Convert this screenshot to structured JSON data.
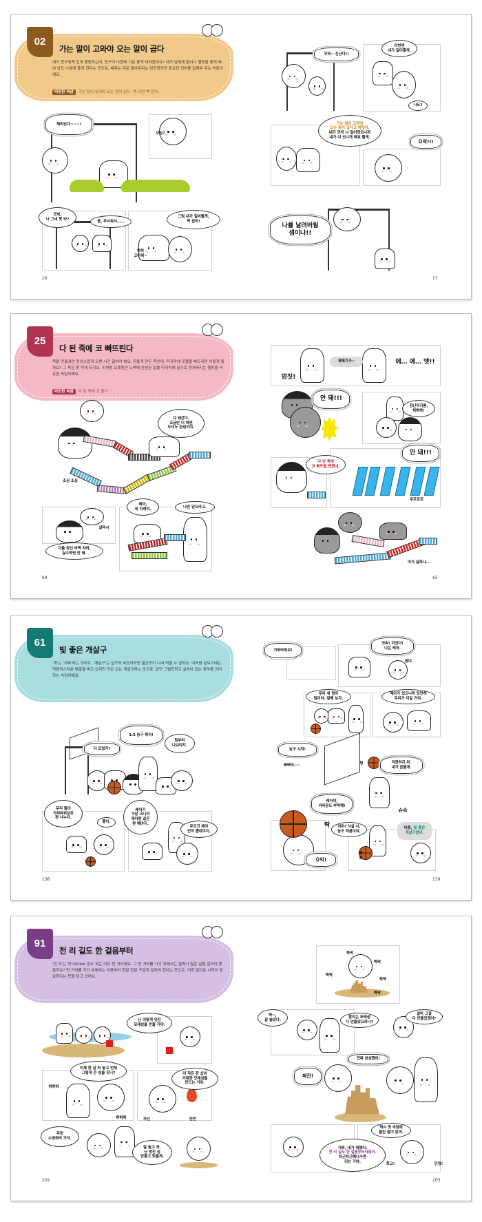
{
  "spreads": [
    {
      "accent": "#f1c98a",
      "tab_color": "#8b5a1e",
      "number": "02",
      "title": "가는 말이 고와야 오는 말이 곱다",
      "body": "내가 친구에게 밉게 행동하는데, 친구가 나한테 기분 좋게 대하겠어요? 내가 남에게 말이나 행동을 좋게 해야 남도 나에게 좋게 한다는 뜻으로, 베푸는 대로 돌아온다는 당연하지만 중요한 진리를 일깨워 주는 속담이에요.",
      "related_badge": "비슷한 속담",
      "related_text": "가는 정이 있어야 오는 정이 있다. 맥 하면 뻑 한다.",
      "left_page": "16",
      "right_page": "17",
      "bubbles": [
        "재미있다~~~!",
        "오잉?",
        "모네,\n너 그네 못 타?",
        "응, 무서워서……",
        "그럼 내가 밀어줄게,\n꽉 잡아!",
        "히히\n고마워~",
        "우와~ 신난다!!",
        "이번엔\n내가 밀어줄게.",
        "나도?",
        [
          {
            "text": "가는 말이 고와야\n오는 말이 곱다고 하잖아,\n",
            "color": "#c8841a"
          },
          {
            "text": "내가 먼저 나 밀어줬으니까\n내가 더 신나게 태워 줄게.",
            "color": "#111111"
          }
        ],
        "으악!!!",
        "나를 날려버릴\n셈이냐!!"
      ]
    },
    {
      "accent": "#f5b9c6",
      "tab_color": "#b0344f",
      "number": "25",
      "title": "다 된 죽에 코 빠뜨린다",
      "body": "죽을 만들려면 정성스럽게 오랜 시간 끓여야 해요. 힘들게 만든 죽인데, 마지막에 콧물을 빠뜨리면 어떻게 될까요? 그 죽은 못 먹게 되지요. 이처럼 오랫동안 노력해 완성된 일을 마지막에 실수로 망쳐버리는 행동을 비유한 속담이에요.",
      "related_badge": "비슷한 속담",
      "related_text": "다 된 죽에 코 풀기",
      "left_page": "64",
      "right_page": "65",
      "bubbles": [
        "다 돼간다.\n조금만 더 하면\n도미노 완성이야.",
        "조심 조심",
        "살며시",
        "다들 정신 바짝 차려,\n실수하면 안 돼.",
        "레아,\n네 차례야.",
        "나만 믿으라고.",
        "멈칫!",
        "재재기가~",
        "에… 에… 엣!!",
        "안 돼!!!",
        "장난이지롱,\n하하하!",
        [
          {
            "text": "다 된 죽에\n코 빠뜨릴 뻔했네.",
            "color": "#c8283c"
          }
        ],
        "안 돼!!!",
        "우르르르",
        "이거 실화냐…"
      ]
    },
    {
      "accent": "#a9dde0",
      "tab_color": "#137b73",
      "number": "61",
      "title": "빛 좋은 개살구",
      "body": "'개'는 '가짜'라는 의미로, '개살구'는 살구와 비슷하지만 떫은맛이 나서 먹을 수 없어요. 이처럼 겉보기에는 먹음직스러운 빛깔을 띠고 있지만 맛은 없는 개살구라는 뜻으로, 겉만 그럴듯하고 실속이 없는 경우를 의미하는 속담이에요.",
      "left_page": "138",
      "right_page": "139",
      "bubbles": [
        "3:3 농구 하자!",
        "다 모였지?",
        "팀부터\n나눠야지.",
        "우리 둘이\n가위바위보로\n편 나누자.",
        "좋아.",
        "레아가\n가장 크니까\n레아랑 같은\n편 해야지.",
        "무조건 레아\n먼저 뽑아야지.",
        "가위바위보!",
        "앗싸! 이겼다!\n나는 레아.",
        "졌다.",
        "우리 세 명이\n팀이야. 잘해 보자.",
        "레아가 있으니까 당연히\n우리가 이길 거야.",
        "농구 시작!",
        "삐삐익~~",
        "팅",
        "걱정하지 마.\n내가 잡을게.",
        "레아야,\n리바운드 부탁해!",
        "슈슉",
        "딱",
        "아야! 사실 나,\n농구 처음이야.",
        [
          {
            "text": "어휴, ",
            "color": "#111111"
          },
          {
            "text": "빛 좋은\n개살구였네.",
            "color": "#138c80"
          }
        ],
        "으악!",
        "툭\n툭"
      ]
    },
    {
      "accent": "#d5bfe2",
      "tab_color": "#7a3e86",
      "number": "91",
      "title": "천 리 길도 한 걸음부터",
      "body": "'천 리'는 약 400km 정도 되는 아주 먼 거리예요. 그 먼 거리를 가기 위해서는 얼마나 많은 날을 걸어야 했을까요? 먼 거리를 가기 위해서는 처음부터 한발 한발 꾸준히 걸어야 한다는 뜻으로, 어떤 일이든 시작이 중요하다는 뜻을 담고 있어요.",
      "left_page": "202",
      "right_page": "203",
      "bubbles": [
        "난 이렇게 멋진\n모래성을 만들 거야.",
        "이제 한 삽 퍼 놓고 언제\n그렇게 큰 성을 짓니?",
        "하하하",
        "하하하",
        "이 작은 한 삽이\n거대한 모래성을\n만드는 거야.",
        "자신",
        "만만",
        "우린\n수영하러 가자.",
        "잘 놀고 와.\n난 멋진 성\n만들고 있을게.",
        "뚝딱",
        "뚝딱",
        "뚝딱",
        "뚝딱",
        "뚝딱",
        "하~,\n잘 놀았다.",
        "참이는 모래성\n다 만들었으려나?",
        "설마 그걸\n다 만들었겠어?",
        "진짜 완성했어!",
        "짜잔!",
        [
          {
            "text": "거봐, 내가 뭐랬어.\n",
            "color": "#111111"
          },
          {
            "text": "천 리 길도 한 걸음부터라잖아.\n",
            "color": "#8a3a96"
          },
          {
            "text": "차근차근해나가면\n되는 거야.",
            "color": "#111111"
          }
        ],
        "역시 옛 속담에\n틀린 말이 없어.",
        "최고!",
        "인정!"
      ]
    }
  ]
}
